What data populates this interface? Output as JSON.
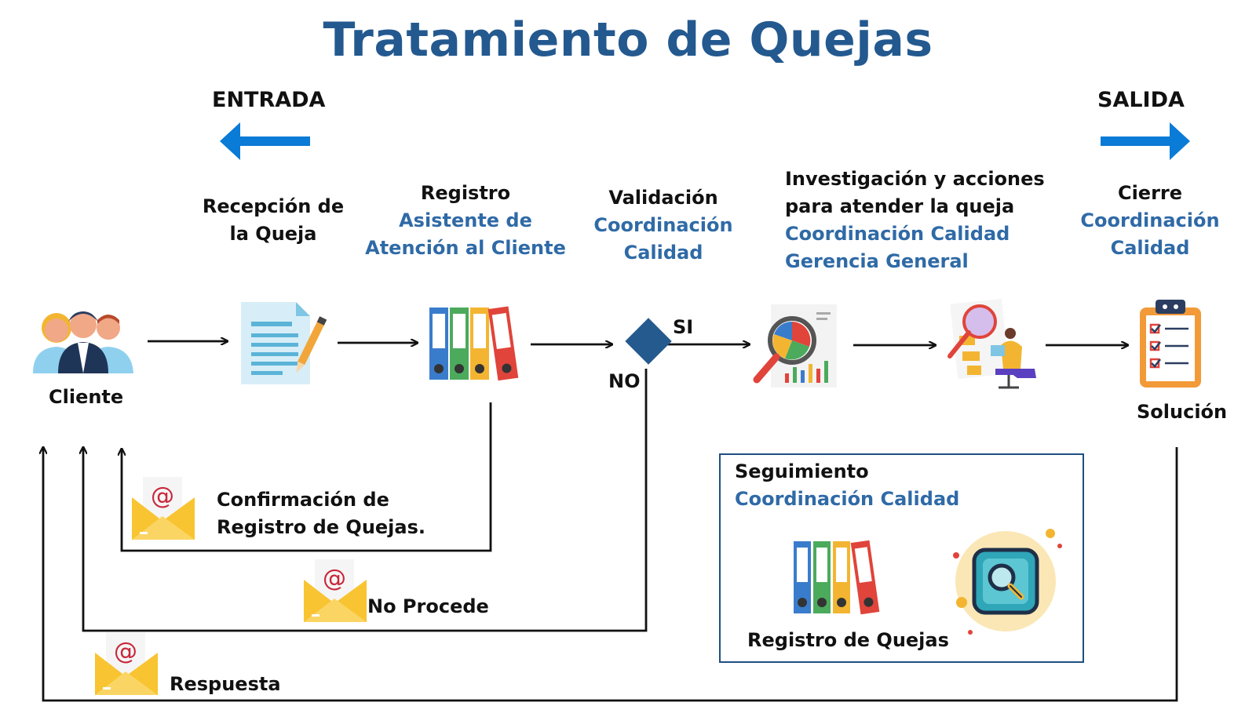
{
  "title": "Tratamiento de Quejas",
  "entrada": "ENTRADA",
  "salida": "SALIDA",
  "steps": {
    "recepcion": {
      "line1": "Recepción de",
      "line2": "la Queja"
    },
    "registro": {
      "title": "Registro",
      "line1": "Asistente de",
      "line2": "Atención al Cliente"
    },
    "validacion": {
      "title": "Validación",
      "line1": "Coordinación",
      "line2": "Calidad"
    },
    "investigacion": {
      "line1": "Investigación y acciones",
      "line2": "para atender la queja",
      "line3": "Coordinación Calidad",
      "line4": "Gerencia General"
    },
    "cierre": {
      "title": "Cierre",
      "line1": "Coordinación",
      "line2": "Calidad"
    }
  },
  "labels": {
    "cliente": "Cliente",
    "solucion": "Solución",
    "si": "SI",
    "no": "NO"
  },
  "feedback": {
    "confirmacion_line1": "Confirmación de",
    "confirmacion_line2": "Registro de Quejas.",
    "no_procede": "No Procede",
    "respuesta": "Respuesta"
  },
  "seguimiento": {
    "title": "Seguimiento",
    "subtitle": "Coordinación Calidad",
    "caption": "Registro de Quejas"
  },
  "colors": {
    "title_blue": "#23598f",
    "accent_blue": "#2f6aa6",
    "arrow_blue": "#0a7bd6",
    "diamond": "#255a8e"
  }
}
